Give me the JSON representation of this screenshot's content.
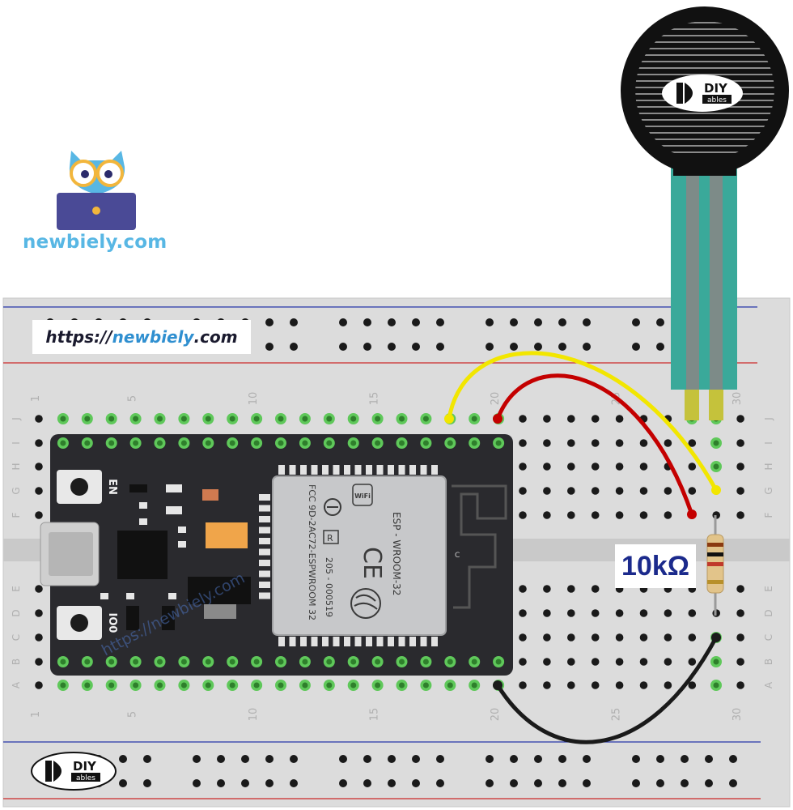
{
  "brand": {
    "site_name": "newbiely.com",
    "url_prefix": "https://",
    "url_domain": "newbiely",
    "url_suffix": ".com",
    "diy_logo_word": "DIY",
    "diy_logo_sub": "ables"
  },
  "breadboard": {
    "column_numbers": [
      "1",
      "5",
      "10",
      "15",
      "20",
      "25",
      "30"
    ],
    "row_letters_top": [
      "J",
      "I",
      "H",
      "G",
      "F"
    ],
    "row_letters_bottom": [
      "E",
      "D",
      "C",
      "B",
      "A"
    ]
  },
  "esp32": {
    "button_en": "EN",
    "button_io0": "IO0",
    "module_name": "ESP - WROOM-32",
    "fcc_id": "FCC 9D-2AC72-ESPWROOM 32",
    "cert_number": "205 - 000519",
    "ce_mark": "CE",
    "r_mark": "R",
    "wifi_mark": "WiFi",
    "antenna_label": "C",
    "watermark": "https://newbiely.com"
  },
  "resistor": {
    "value_label": "10kΩ"
  },
  "colors": {
    "wire_signal": "#f2e600",
    "wire_power": "#c40000",
    "wire_ground": "#1a1a1a",
    "sensor_tail": "#3aa99a",
    "board_pcb": "#2a2a2e",
    "accent_blue": "#58b7e4"
  }
}
